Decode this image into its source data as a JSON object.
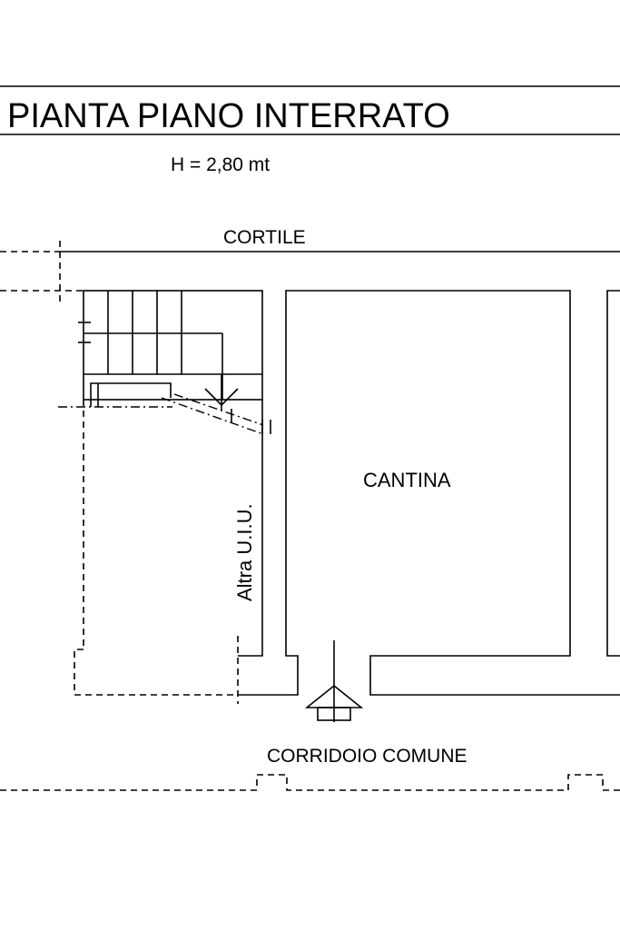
{
  "title": "PIANTA PIANO INTERRATO",
  "height_note": "H = 2,80 mt",
  "labels": {
    "courtyard": "CORTILE",
    "cellar": "CANTINA",
    "other_unit": "Altra U.I.U.",
    "corridor": "CORRIDOIO COMUNE"
  }
}
